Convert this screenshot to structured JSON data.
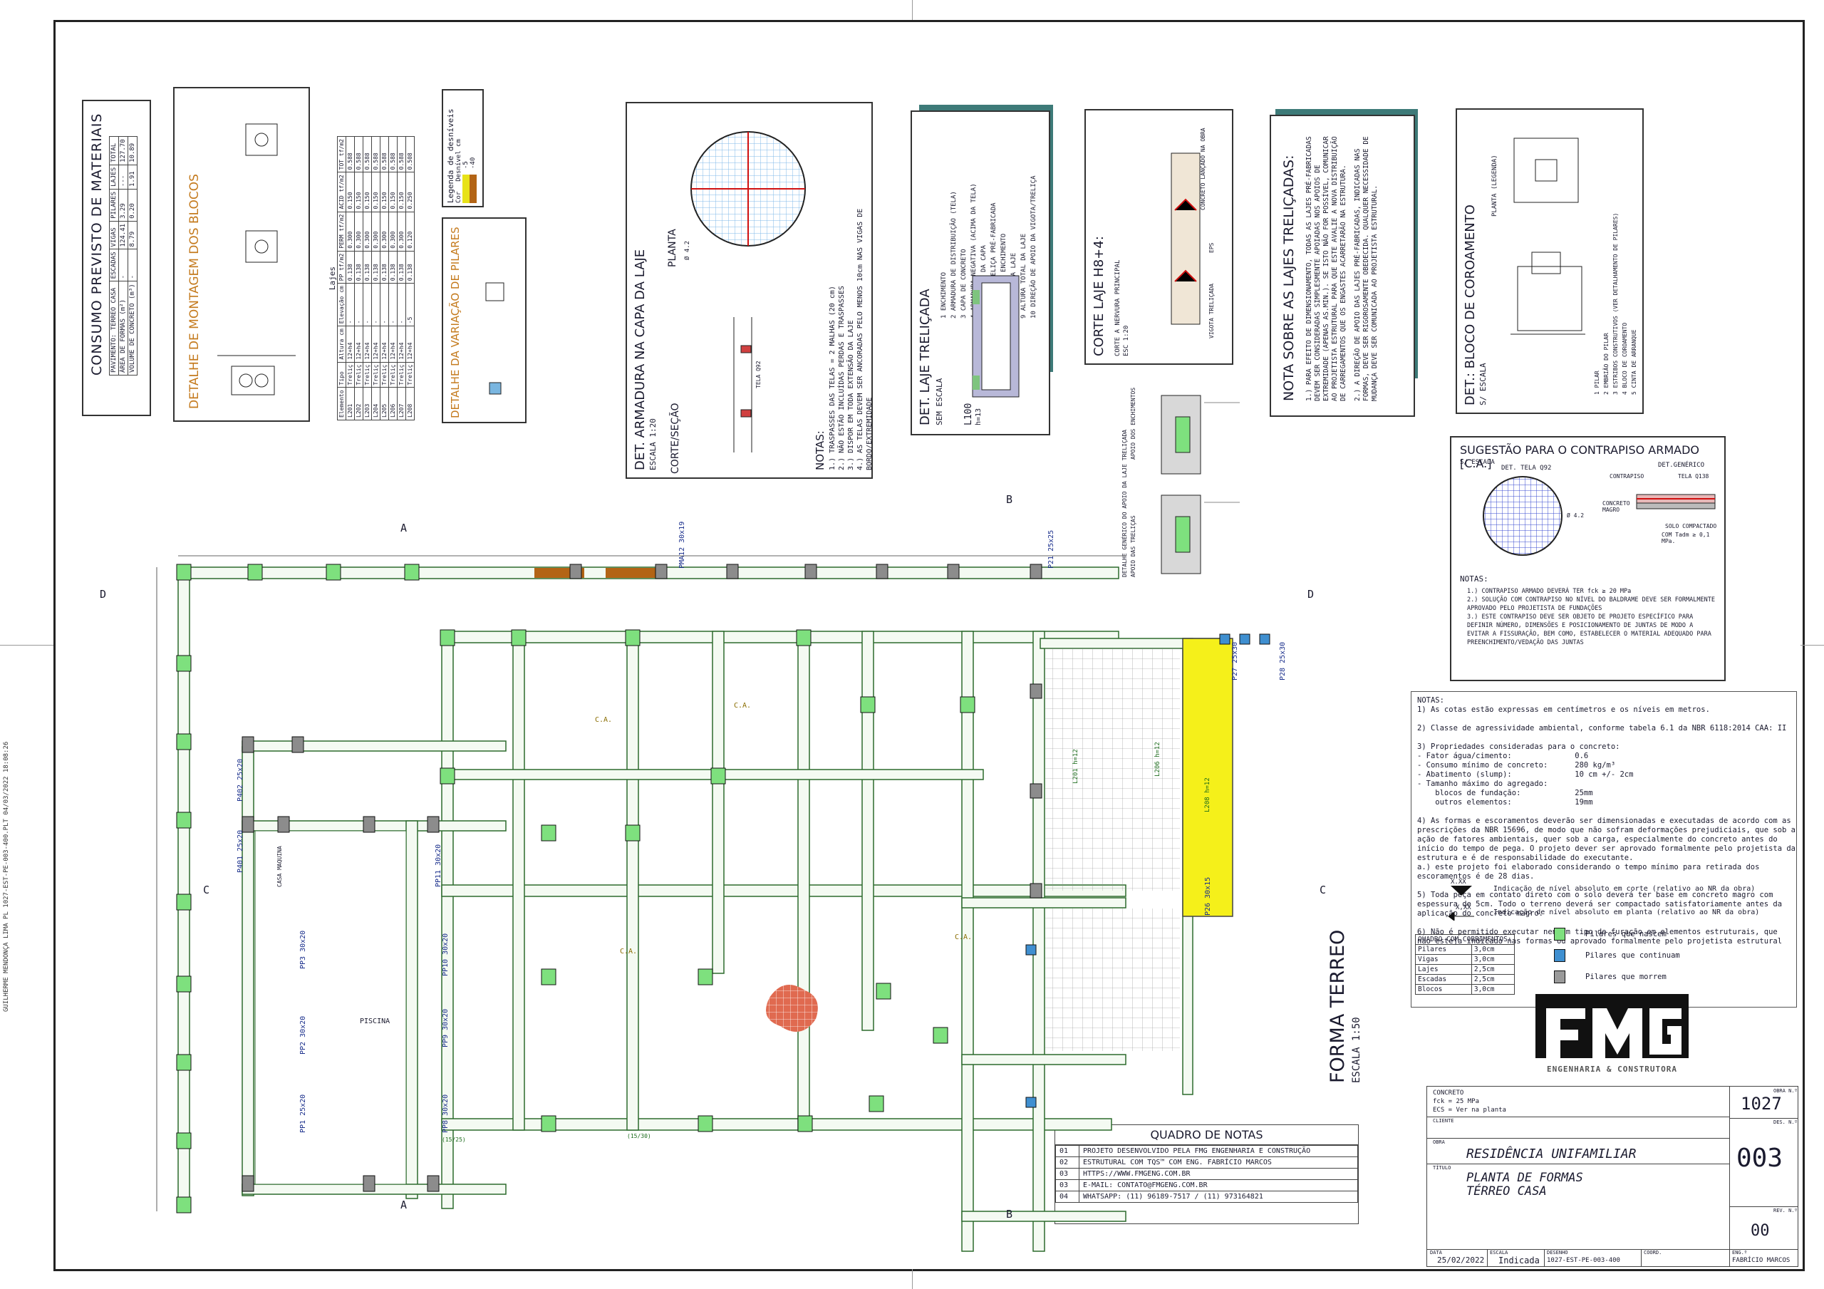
{
  "side_text": "GUILHERME MENDONÇA LIMA PL 1027-EST-PE-003-400.PLT 04/03/2022 18:08:26",
  "consumo": {
    "title": "CONSUMO PREVISTO DE MATERIAIS",
    "headers": [
      "PAVIMENTO: TERREO CASA",
      "ESCADAS",
      "VIGAS",
      "PILARES",
      "LAJES",
      "TOTAL"
    ],
    "rows": [
      [
        "ÁREA DE FORMAS (m²)",
        "-",
        "124.41",
        "3.29",
        "---",
        "127.70"
      ],
      [
        "VOLUME DE CONCRETO (m³)",
        "-",
        "8.79",
        "0.20",
        "1.91",
        "10.89"
      ]
    ]
  },
  "blocos_title": "DETALHE DE MONTAGEM DOS BLOCOS",
  "variacao_title": "DETALHE DA VARIAÇÃO DE PILARES",
  "lajes": {
    "title": "Lajes",
    "headers": [
      "Elemento",
      "Tipo",
      "Altura cm",
      "Elevação cm",
      "PP tf/m2",
      "PERM tf/m2",
      "ACID tf/m2",
      "TOT tf/m2"
    ],
    "rows": [
      [
        "L201",
        "Treliç",
        "12+h4",
        "-",
        "0.138",
        "0.300",
        "0.150",
        "0.588"
      ],
      [
        "L202",
        "Treliç",
        "12+h4",
        "-",
        "0.138",
        "0.300",
        "0.150",
        "0.588"
      ],
      [
        "L203",
        "Treliç",
        "12+h4",
        "-",
        "0.138",
        "0.300",
        "0.150",
        "0.588"
      ],
      [
        "L204",
        "Treliç",
        "12+h4",
        "-",
        "0.138",
        "0.300",
        "0.150",
        "0.588"
      ],
      [
        "L205",
        "Treliç",
        "12+h4",
        "-",
        "0.138",
        "0.300",
        "0.150",
        "0.588"
      ],
      [
        "L206",
        "Treliç",
        "12+h4",
        "-",
        "0.138",
        "0.300",
        "0.150",
        "0.588"
      ],
      [
        "L207",
        "Treliç",
        "12+h4",
        "-",
        "0.138",
        "0.300",
        "0.150",
        "0.588"
      ],
      [
        "L208",
        "Treliç",
        "12+h4",
        "-5",
        "0.138",
        "0.120",
        "0.250",
        "0.508"
      ]
    ]
  },
  "desniveis": {
    "title": "Legenda de desníveis",
    "headers": [
      "Cor",
      "Desnível cm"
    ],
    "values": [
      "-5",
      "-40"
    ]
  },
  "armadura": {
    "title": "DET. ARMADURA NA CAPA DA LAJE",
    "escala": "ESCALA 1:20",
    "planta": "PLANTA",
    "corte": "CORTE/SEÇÃO",
    "tela": "TELA Q92",
    "bitola": "Ø 4.2",
    "notas_title": "NOTAS:",
    "notas": [
      "1.) TRASPASSES DAS TELAS = 2 MALHAS (20 cm)",
      "2.) NÃO ESTÃO INCLUÍDAS PERDAS E TRASPASSES",
      "3.) DISPOR EM TODA EXTENSÃO DA LAJE",
      "4.) AS TELAS DEVEM SER ANCORADAS PELO MENOS 10cm NAS VIGAS DE BORDO/EXTREMIDADE"
    ]
  },
  "trelicada": {
    "title": "DET. LAJE TRELIÇADA",
    "escala": "SEM ESCALA",
    "legend": [
      "ENCHIMENTO",
      "ARMADURA DE DISTRIBUIÇÃO (TELA)",
      "CAPA DE CONCRETO",
      "ARMADURA NEGATIVA (ACIMA DA TELA)",
      "ESPESSURA DA CAPA",
      "VIGOTA/TRELIÇA PRÉ-FABRICADA",
      "ALTURA DO ENCHIMENTO",
      "NERVURA DA LAJE",
      "ALTURA TOTAL DA LAJE",
      "DIREÇÃO DE APOIO DA VIGOTA/TRELIÇA"
    ],
    "l100": "L100",
    "h": "h=13"
  },
  "corte_h8": {
    "title": "CORTE LAJE H8+4:",
    "sub1": "CORTE A NERVURA PRINCIPAL",
    "sub2": "ESC 1:20",
    "tag": "CONCRETO LANÇADO NA OBRA",
    "eps": "EPS",
    "vig": "VIGOTA TRELIÇADA"
  },
  "apoio": {
    "title": "DETALHE GENÉRICO DO APOIO DA LAJE TRELIÇADA",
    "l1": "APOIO DOS ENCHIMENTOS",
    "l2": "APOIO DAS TRELIÇAS"
  },
  "nota_trelicadas": {
    "title": "NOTA SOBRE AS LAJES TRELIÇADAS:",
    "p1": "1.) PARA EFEITO DE DIMENSIONAMENTO, TODAS AS LAJES PRÉ-FABRICADAS DEVEM SER CONSIDERADAS SIMPLESMENTE APOIADAS NOS APOIOS DE EXTREMIDADE (APENAS AS.MIN.). SE ISTO NÃO FOR POSSÍVEL, COMUNICAR AO PROJETISTA ESTRUTURAL PARA QUE ESTE AVALIE A NOVA DISTRIBUIÇÃO DE CARREGAMENTOS QUE OS ENGASTES ACARRETARÃO NA ESTRUTURA.",
    "p2": "2.) A DIREÇÃO DE APOIO DAS LAJES PRÉ-FABRICADAS, INDICADAS NAS FORMAS, DEVE SER RIGOROSAMENTE OBEDECIDA. QUALQUER NECESSIDADE DE MUDANÇA DEVE SER COMUNICADA AO PROJETISTA ESTRUTURAL."
  },
  "coroamento": {
    "title": "DET.: BLOCO DE COROAMENTO",
    "escala": "S/ ESCALA",
    "planta": "PLANTA (LEGENDA)",
    "legend": [
      "PILAR",
      "EMBRIÃO DO PILAR",
      "ESTRIBOS CONSTRUTIVOS (VER DETALHAMENTO DE PILARES)",
      "BLOCO DE COROAMENTO",
      "CINTA DE ARRANQUE"
    ]
  },
  "contrapiso": {
    "title": "SUGESTÃO PARA O CONTRAPISO ARMADO [C.A.]",
    "escala": "S/ ESCALA",
    "tela": "DET. TELA Q92",
    "generico": "DET.GENÉRICO",
    "contrapiso": "CONTRAPISO",
    "tela138": "TELA Q138",
    "magro": "CONCRETO MAGRO",
    "solo": "SOLO COMPACTADO",
    "solo_val": "COM Tadm ≥ 0,1 MPa.",
    "bitola": "Ø 4.2",
    "notas_title": "NOTAS:",
    "notas": [
      "1.) CONTRAPISO ARMADO DEVERÁ TER fck ≥ 20 MPa",
      "2.) SOLUÇÃO COM CONTRAPISO NO NÍVEL DO BALDRAME DEVE SER FORMALMENTE APROVADO PELO PROJETISTA DE FUNDAÇÕES",
      "3.) ESTE CONTRAPISO DEVE SER OBJETO DE PROJETO ESPECÍFICO PARA DEFINIR NÚMERO, DIMENSÕES E POSICIONAMENTO DE JUNTAS DE MODO A EVITAR A FISSURAÇÃO, BEM COMO, ESTABELECER O MATERIAL ADEQUADO PARA PREENCHIMENTO/VEDAÇÃO DAS JUNTAS"
    ]
  },
  "notas_gerais": [
    "NOTAS:",
    "1) As cotas estão expressas em centímetros e os níveis em metros.",
    "",
    "2) Classe de agressividade ambiental, conforme tabela 6.1 da NBR 6118:2014 CAA: II",
    "",
    "3) Propriedades consideradas para o concreto:",
    "- Fator água/cimento:              0.6",
    "- Consumo mínimo de concreto:      280 kg/m³",
    "- Abatimento (slump):              10 cm +/- 2cm",
    "- Tamanho máximo do agregado:",
    "    blocos de fundação:            25mm",
    "    outros elementos:              19mm",
    "",
    "4) As formas e escoramentos deverão ser dimensionadas e executadas de acordo com as",
    "prescrições da NBR 15696, de modo que não sofram deformações prejudiciais, que sob a",
    "ação de fatores ambientais, quer sob a carga, especialmente do concreto antes do",
    "início do tempo de pega. O projeto dever ser aprovado formalmente pelo projetista da",
    "estrutura e é de responsabilidade do executante.",
    "a.) este projeto foi elaborado considerando o tempo mínimo para retirada dos",
    "escoramentos é de 28 dias.",
    "",
    "5) Toda peça em contato direto com o solo deverá ter base em concreto magro com",
    "espessura de 5cm. Todo o terreno deverá ser compactado satisfatoriamente antes da",
    "aplicação do concreto magro.",
    "",
    "6) Não é permitido executar nenhum tipo de furação em elementos estruturais, que",
    "não esteja indicado nas formas ou aprovado formalmente pelo projetista estrutural"
  ],
  "nivel_corte": "Indicação de nível absoluto em corte (relativo ao NR da obra)",
  "nivel_planta": "Indicação de nível absoluto em planta (relativo ao NR da obra)",
  "nivel_sym1": "X.XX",
  "nivel_sym2": "X,XX",
  "cobrimentos": {
    "title": "QUADRO COM COBRIMENTOS:",
    "rows": [
      [
        "Pilares",
        "3,0cm"
      ],
      [
        "Vigas",
        "3,0cm"
      ],
      [
        "Lajes",
        "2,5cm"
      ],
      [
        "Escadas",
        "2,5cm"
      ],
      [
        "Blocos",
        "3,0cm"
      ]
    ]
  },
  "pilares_legend": [
    {
      "label": "Pilares que nascem",
      "color": "#7ee07e"
    },
    {
      "label": "Pilares que continuam",
      "color": "#3f8fd0"
    },
    {
      "label": "Pilares que morrem",
      "color": "#9a9a9a"
    }
  ],
  "logo_sub": "ENGENHARIA & CONSTRUTORA",
  "quadro_notas": {
    "title": "QUADRO DE NOTAS",
    "rows": [
      [
        "01",
        "PROJETO DESENVOLVIDO PELA FMG ENGENHARIA E CONSTRUÇÃO"
      ],
      [
        "02",
        "ESTRUTURAL COM TQS™ COM ENG. FABRÍCIO MARCOS"
      ],
      [
        "03",
        "HTTPS://WWW.FMGENG.COM.BR"
      ],
      [
        "03",
        "E-MAIL: CONTATO@FMGENG.COM.BR"
      ],
      [
        "04",
        "WHATSAPP: (11) 96189-7517 / (11) 973164821"
      ]
    ]
  },
  "titleblock": {
    "concreto": "CONCRETO",
    "fck": "fck = 25   MPa",
    "ecs": "ECS = Ver na planta",
    "cliente_lbl": "CLIENTE",
    "obra_lbl": "OBRA",
    "obra": "RESIDÊNCIA UNIFAMILIAR",
    "titulo_lbl": "TÍTULO",
    "titulo1": "PLANTA DE FORMAS",
    "titulo2": "TÉRREO CASA",
    "obra_n_lbl": "OBRA N.º",
    "obra_n": "1027",
    "des_n_lbl": "DES. N.º",
    "des_n": "003",
    "rev_lbl": "REV. N.º",
    "rev": "00",
    "data_lbl": "DATA",
    "data": "25/02/2022",
    "escala_lbl": "ESCALA",
    "escala": "Indicada",
    "desenho_lbl": "DESENHO",
    "desenho": "1027-EST-PE-003-400",
    "coord_lbl": "COORD.",
    "eng_lbl": "ENG.º",
    "eng": "FABRÍCIO MARCOS"
  },
  "forma": {
    "title": "FORMA TERREO",
    "escala": "ESCALA 1:50"
  },
  "plan_labels": {
    "piscina": "PISCINA",
    "casa_maquina": "CASA MAQUINA",
    "ca1": "C.A.",
    "ca2": "C.A.",
    "ca3": "C.A.",
    "ca4": "C.A.",
    "pm12": "PMA12 30x19",
    "p21": "P21 25x25",
    "p27": "P27 25x30",
    "p28": "P28 25x30",
    "p26": "P26 30x15",
    "pp11": "PP11 30x20",
    "pp10": "PP10 30x20",
    "pp9": "PP9 30x20",
    "pp8": "PP8 30x20",
    "pp3": "PP3 30x20",
    "pp2": "PP2 30x20",
    "pp1": "PP1 25x20",
    "p401": "P401 25x20",
    "p402": "P402 25x20",
    "l201": "L201 h=12",
    "l206": "L206 h=12",
    "l208": "L208 h=12",
    "sec_a": "A",
    "sec_b": "B",
    "sec_c": "C",
    "sec_d": "D",
    "vp12": "(15/25)",
    "v_label": "(15/30)"
  }
}
